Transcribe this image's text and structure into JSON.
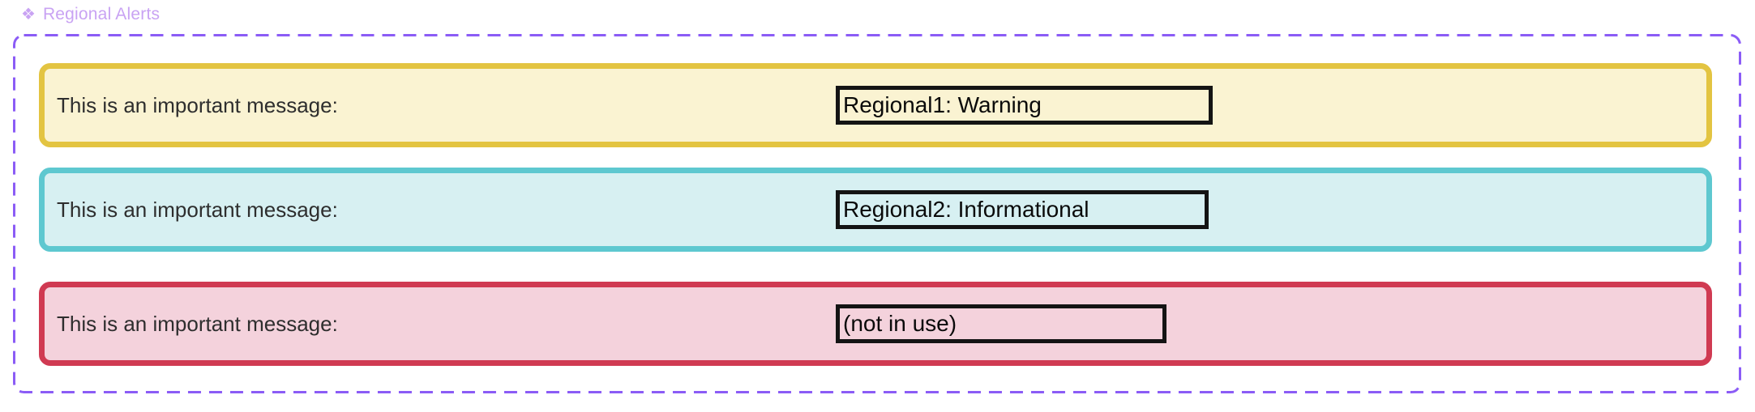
{
  "header": {
    "icon": "❖",
    "title": "Regional Alerts"
  },
  "region": {
    "border_color": "#8b5cf6",
    "label_color": "#c9a3f3"
  },
  "alerts": [
    {
      "name": "regional1",
      "message": "This is an important message:",
      "value": "Regional1: Warning",
      "border_color": "#e3c441",
      "background_color": "#faf3d2"
    },
    {
      "name": "regional2",
      "message": "This is an important message:",
      "value": "Regional2: Informational",
      "border_color": "#5ec8d0",
      "background_color": "#d7f0f2"
    },
    {
      "name": "regional3",
      "message": "This is an important message:",
      "value": "(not in use)",
      "border_color": "#d03a52",
      "background_color": "#f4d2dc"
    }
  ]
}
